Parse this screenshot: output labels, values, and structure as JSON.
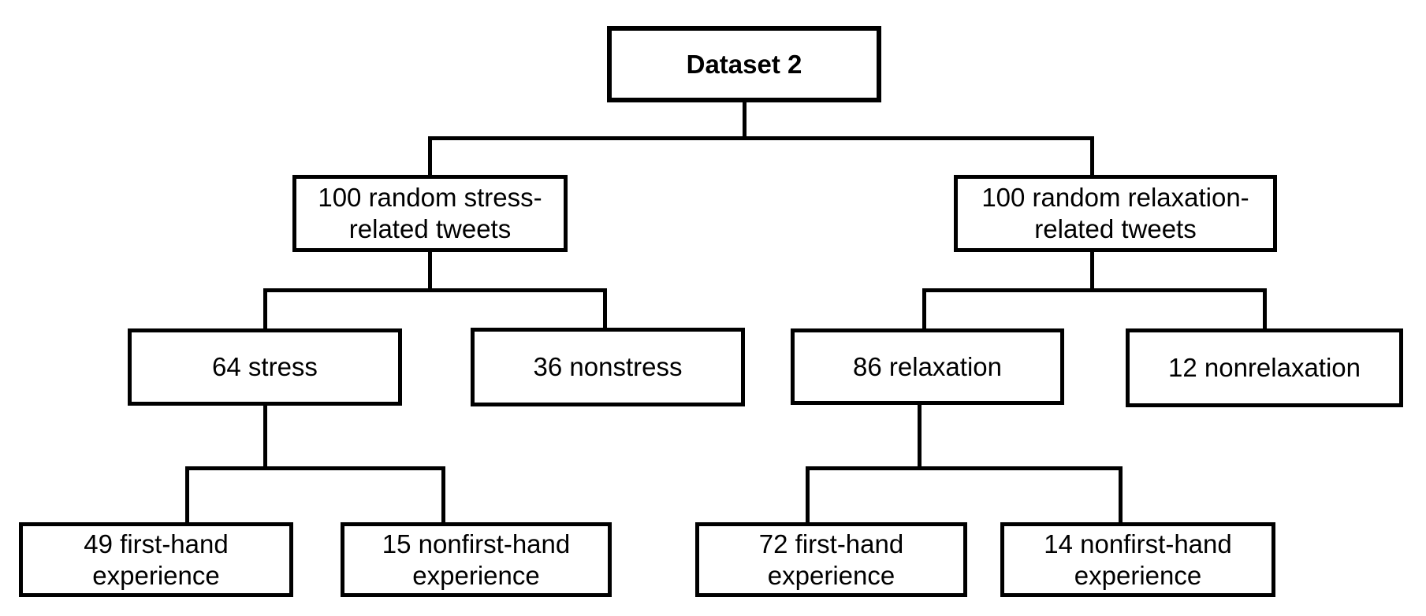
{
  "diagram": {
    "type": "tree-flowchart",
    "colors": {
      "background": "#ffffff",
      "line": "#000000",
      "text": "#000000"
    },
    "nodes": {
      "dataset2": {
        "label": "Dataset 2",
        "lines": [
          "Dataset 2"
        ],
        "bold": true,
        "parent": null
      },
      "stress_tweets": {
        "label": "100 random stress-related tweets",
        "lines": [
          "100 random stress-",
          "related tweets"
        ],
        "parent": "dataset2"
      },
      "relaxation_tweets": {
        "label": "100 random relaxation-related tweets",
        "lines": [
          "100 random relaxation-",
          "related tweets"
        ],
        "parent": "dataset2"
      },
      "stress": {
        "label": "64 stress",
        "lines": [
          "64 stress"
        ],
        "parent": "stress_tweets"
      },
      "nonstress": {
        "label": "36 nonstress",
        "lines": [
          "36 nonstress"
        ],
        "parent": "stress_tweets"
      },
      "relaxation": {
        "label": "86 relaxation",
        "lines": [
          "86 relaxation"
        ],
        "parent": "relaxation_tweets"
      },
      "nonrelaxation": {
        "label": "12 nonrelaxation",
        "lines": [
          "12 nonrelaxation"
        ],
        "parent": "relaxation_tweets"
      },
      "stress_first_hand": {
        "label": "49 first-hand experience",
        "lines": [
          "49 first-hand",
          "experience"
        ],
        "parent": "stress"
      },
      "stress_nonfirst_hand": {
        "label": "15 nonfirst-hand experience",
        "lines": [
          "15 nonfirst-hand",
          "experience"
        ],
        "parent": "stress"
      },
      "relaxation_first_hand": {
        "label": "72 first-hand experience",
        "lines": [
          "72 first-hand",
          "experience"
        ],
        "parent": "relaxation"
      },
      "relaxation_nonfirst_hand": {
        "label": "14 nonfirst-hand experience",
        "lines": [
          "14 nonfirst-hand",
          "experience"
        ],
        "parent": "relaxation"
      }
    },
    "counts": {
      "stress_sample": 100,
      "relaxation_sample": 100,
      "stress": 64,
      "nonstress": 36,
      "relaxation": 86,
      "nonrelaxation": 12,
      "stress_first_hand": 49,
      "stress_nonfirst_hand": 15,
      "relaxation_first_hand": 72,
      "relaxation_nonfirst_hand": 14
    }
  }
}
